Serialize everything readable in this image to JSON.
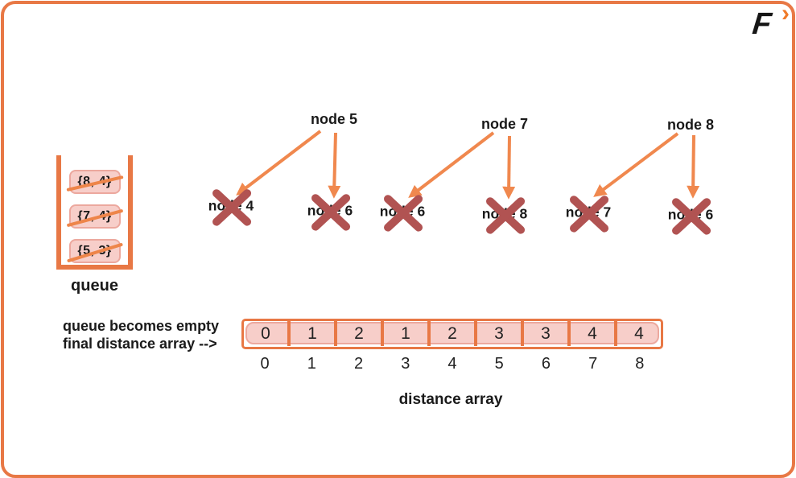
{
  "logo": {
    "letter": "F",
    "chevron": "›"
  },
  "queue": {
    "label": "queue",
    "items": [
      "{8, 4}",
      "{7, 4}",
      "{5, 3}"
    ]
  },
  "sources": [
    {
      "label": "node 5"
    },
    {
      "label": "node 7"
    },
    {
      "label": "node 8"
    }
  ],
  "crossed": [
    {
      "label": "node 4"
    },
    {
      "label": "node 6"
    },
    {
      "label": "node 6"
    },
    {
      "label": "node 8"
    },
    {
      "label": "node 7"
    },
    {
      "label": "node 6"
    }
  ],
  "caption": {
    "line1": "queue becomes empty",
    "line2": "final distance array -->"
  },
  "distance_array": {
    "values": [
      "0",
      "1",
      "2",
      "1",
      "2",
      "3",
      "3",
      "4",
      "4"
    ],
    "indices": [
      "0",
      "1",
      "2",
      "3",
      "4",
      "5",
      "6",
      "7",
      "8"
    ],
    "label": "distance array"
  },
  "colors": {
    "orange": "#E87845",
    "arrow_orange": "#F0884E",
    "pink_fill": "#F7CEC9",
    "pink_border": "#ECA89E",
    "cross_red": "#B15352",
    "text": "#1A1A1A"
  }
}
